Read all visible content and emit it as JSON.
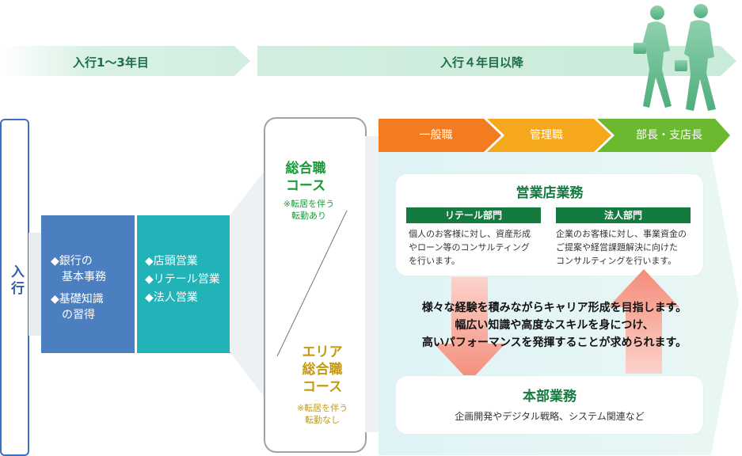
{
  "phases": {
    "early": "入行1〜3年目",
    "later": "入行４年目以降"
  },
  "entry": {
    "label": "入行"
  },
  "training": {
    "items": [
      "◆銀行の\n　基本事務",
      "◆基礎知識\n　の習得"
    ]
  },
  "sales": {
    "items": [
      "◆店頭営業",
      "◆リテール営業",
      "◆法人営業"
    ]
  },
  "courses": {
    "general": {
      "title": "総合職\nコース",
      "note": "※転居を伴う\n転勤あり"
    },
    "area": {
      "title": "エリア\n総合職\nコース",
      "note": "※転居を伴う\n転勤なし"
    }
  },
  "career_steps": [
    "一般職",
    "管理職",
    "部長・支店長"
  ],
  "branch_work": {
    "title": "営業店業務",
    "retail": {
      "tag": "リテール部門",
      "desc": "個人のお客様に対し、資産形成\nやローン等のコンサルティング\nを行います。"
    },
    "corporate": {
      "tag": "法人部門",
      "desc": "企業のお客様に対し、事業資金の\nご提案や経営課題解決に向けた\nコンサルティングを行います。"
    }
  },
  "message": {
    "lines": [
      "様々な経験を積みながらキャリア形成を目指します。",
      "幅広い知識や高度なスキルを身につけ、",
      "高いパフォーマンスを発揮することが求められます。"
    ]
  },
  "hq_work": {
    "title": "本部業務",
    "desc": "企画開発やデジタル戦略、システム関連など"
  },
  "colors": {
    "phase_band": "#d8f0e4",
    "entry_border": "#3b6fc1",
    "training_box": "#4c7fbf",
    "sales_box": "#22b3b8",
    "course_general": "#1a9a3a",
    "course_area": "#c49a12",
    "step1": "#f47c20",
    "step2": "#f6a81c",
    "step3": "#6ab92e",
    "light_panel": "#e3f4f8",
    "arrow_down": "#f59c8c",
    "arrow_up": "#f59c8c",
    "tag_green": "#157a3f"
  },
  "icons": {
    "people": "walking-people-silhouette"
  }
}
